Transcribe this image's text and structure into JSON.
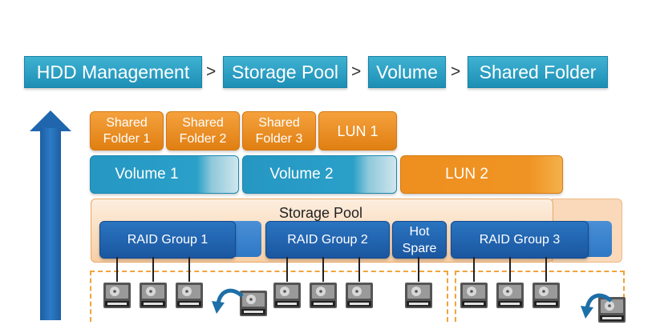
{
  "breadcrumb": {
    "items": [
      "HDD Management",
      "Storage Pool",
      "Volume",
      "Shared Folder"
    ],
    "separator": ">"
  },
  "shares": [
    "Shared\nFolder 1",
    "Shared\nFolder 2",
    "Shared\nFolder 3",
    "LUN 1"
  ],
  "volumes": [
    "Volume 1",
    "Volume 2",
    "LUN 2"
  ],
  "pool": {
    "title": "Storage Pool",
    "raid_groups": [
      "RAID Group 1",
      "RAID Group 2",
      "Hot\nSpare",
      "RAID Group 3"
    ]
  },
  "colors": {
    "breadcrumb": "#2a9fc7",
    "orange": "#ec8a1c",
    "raid_blue": "#1f5fa8",
    "arrow_blue": "#1f66ae"
  },
  "icons": [
    "up-arrow",
    "hard-disk-icon",
    "curved-arrow-icon"
  ]
}
